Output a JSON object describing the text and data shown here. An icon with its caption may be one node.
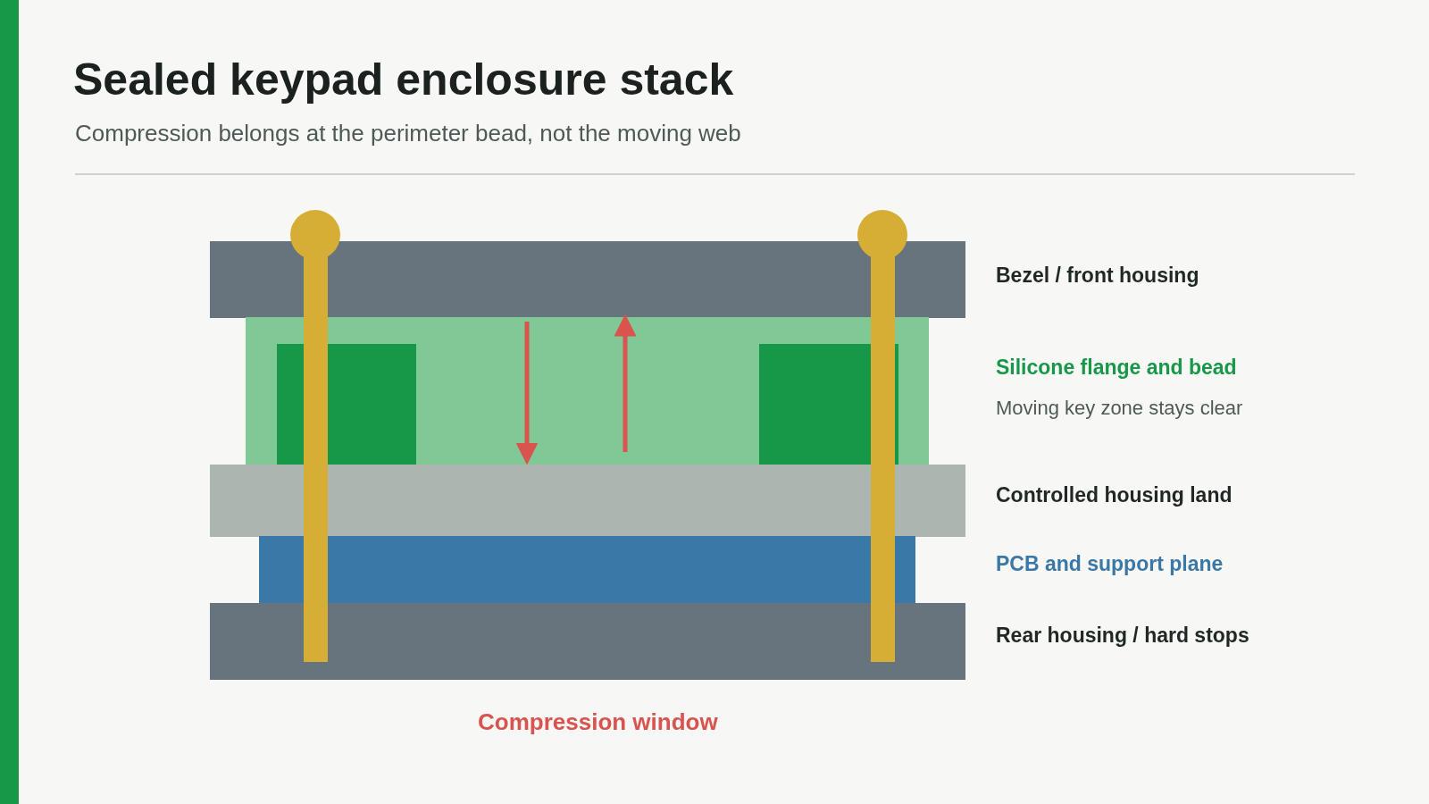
{
  "diagram": {
    "title": "Sealed keypad enclosure stack",
    "labels": [
      "Compression belongs at the perimeter bead, not the moving web",
      "Bezel / front housing",
      "Silicone flange and bead",
      "Moving key zone stays clear",
      "Controlled housing land",
      "PCB and support plane",
      "Rear housing / hard stops",
      "Compression window"
    ]
  }
}
